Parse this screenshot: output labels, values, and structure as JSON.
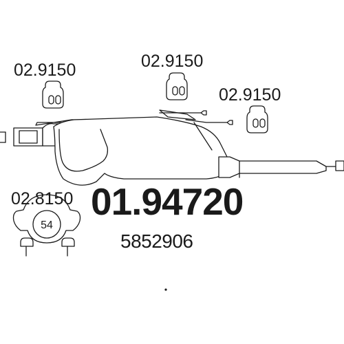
{
  "part_labels": {
    "hanger_left": "02.9150",
    "hanger_center": "02.9150",
    "hanger_right": "02.9150",
    "clamp": "02.8150"
  },
  "clamp_diameter": "54",
  "main_part_number": "01.94720",
  "oem_number": "5852906",
  "colors": {
    "ink": "#1a1a1a",
    "background": "#ffffff"
  }
}
